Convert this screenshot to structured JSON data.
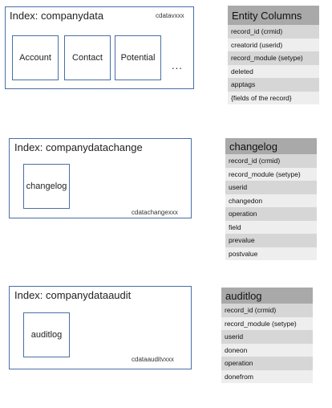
{
  "indexes": [
    {
      "title": "Index: companydata",
      "alias": "cdatavxxx",
      "children": [
        "Account",
        "Contact",
        "Potential"
      ],
      "ellipsis": "..."
    },
    {
      "title": "Index: companydatachange",
      "alias": "cdatachangexxx",
      "children": [
        "changelog"
      ]
    },
    {
      "title": "Index: companydataaudit",
      "alias": "cdataauditvxxx",
      "children": [
        "auditlog"
      ]
    }
  ],
  "tables": [
    {
      "title": "Entity Columns",
      "rows": [
        "record_id (crmid)",
        "creatorid (userid)",
        "record_module (setype)",
        "deleted",
        "apptags",
        "{fields of the record}"
      ]
    },
    {
      "title": "changelog",
      "rows": [
        "record_id (crmid)",
        "record_module (setype)",
        "userid",
        "changedon",
        "operation",
        "field",
        "prevalue",
        "postvalue"
      ]
    },
    {
      "title": "auditlog",
      "rows": [
        "record_id (crmid)",
        "record_module (setype)",
        "userid",
        "doneon",
        "operation",
        "donefrom"
      ]
    }
  ]
}
